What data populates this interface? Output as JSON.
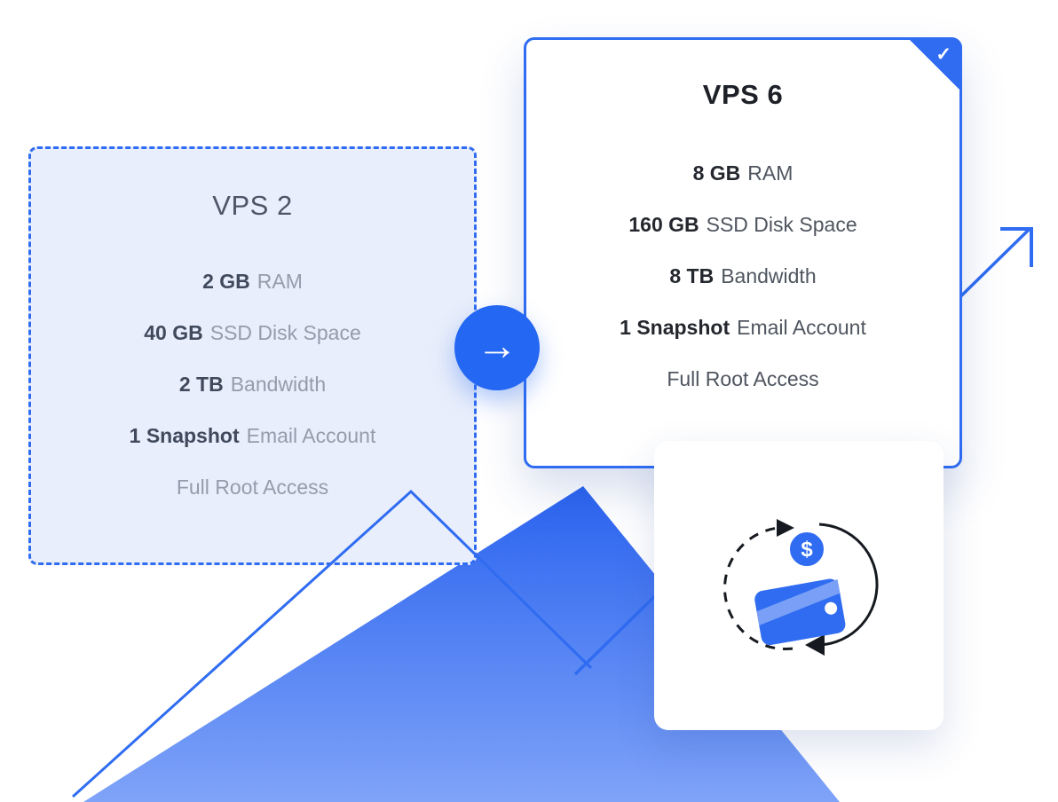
{
  "colors": {
    "accent_blue": "#2f6cf1",
    "old_card_bg": "#e8eefb",
    "mountain_gradient_top": "#2a63ef",
    "mountain_gradient_bottom": "#7fa3f8",
    "dark_text": "#24272e",
    "muted_text": "#959cab"
  },
  "old_plan": {
    "title": "VPS 2",
    "features": [
      {
        "bold": "2 GB",
        "rest": "RAM"
      },
      {
        "bold": "40 GB",
        "rest": "SSD Disk Space"
      },
      {
        "bold": "2 TB",
        "rest": "Bandwidth"
      },
      {
        "bold": "1 Snapshot",
        "rest": "Email Account"
      },
      {
        "bold": "",
        "rest": "Full Root Access"
      }
    ]
  },
  "new_plan": {
    "title": "VPS 6",
    "features": [
      {
        "bold": "8 GB",
        "rest": "RAM"
      },
      {
        "bold": "160 GB",
        "rest": "SSD Disk Space"
      },
      {
        "bold": "8 TB",
        "rest": "Bandwidth"
      },
      {
        "bold": "1 Snapshot",
        "rest": "Email Account"
      },
      {
        "bold": "",
        "rest": "Full Root Access"
      }
    ]
  },
  "icons": {
    "upgrade_arrow": "→",
    "selected_check": "✓",
    "coin_symbol": "$",
    "wallet_icon_name": "money-refund-wallet"
  }
}
